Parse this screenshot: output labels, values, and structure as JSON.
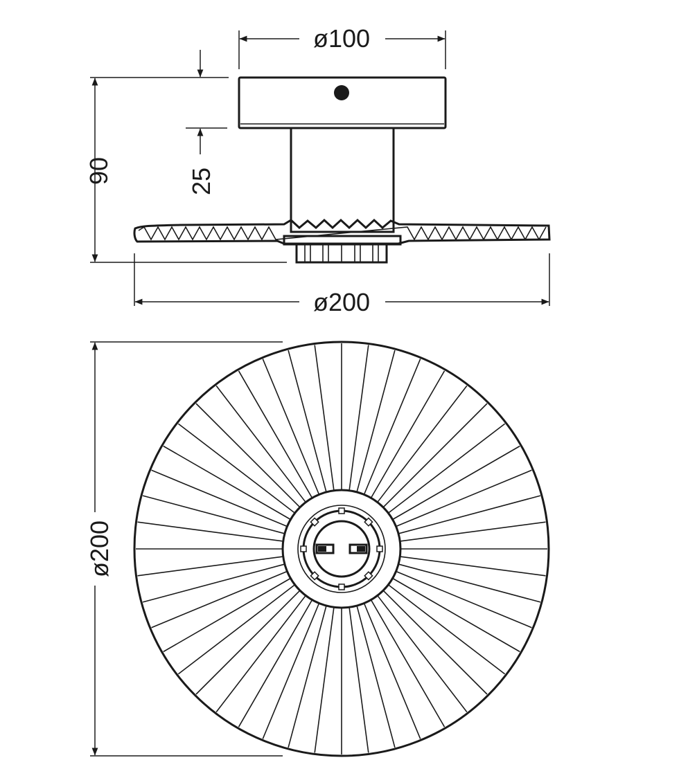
{
  "dimensions": {
    "canopy_diameter": "ø100",
    "total_height": "90",
    "canopy_height": "25",
    "shade_diameter_side": "ø200",
    "shade_diameter_top": "ø200"
  },
  "colors": {
    "line": "#1a1a1a",
    "background": "#ffffff"
  }
}
